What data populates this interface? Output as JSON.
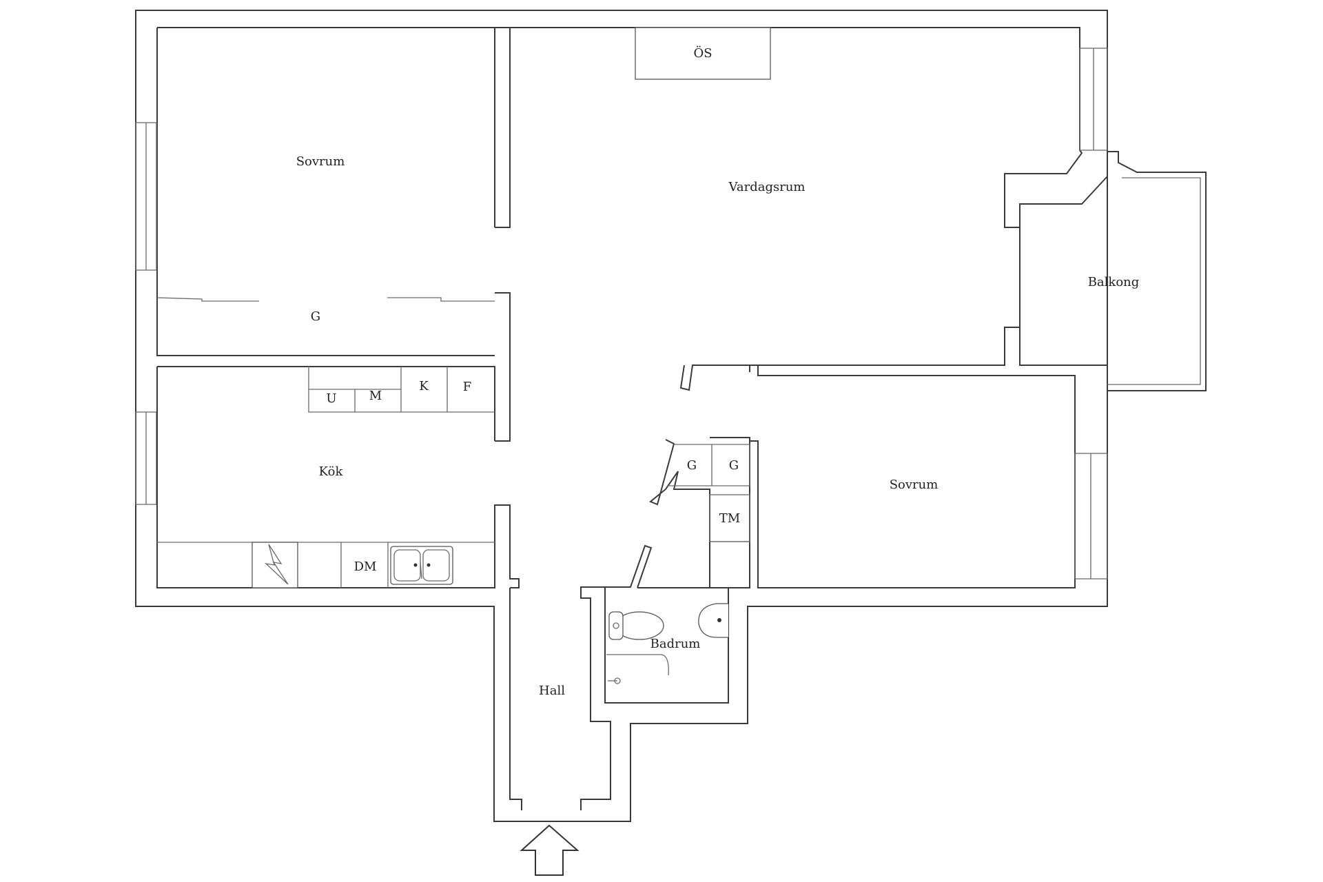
{
  "rooms": {
    "sovrum_1": "Sovrum",
    "vardagsrum": "Vardagsrum",
    "balkong": "Balkong",
    "kok": "Kök",
    "sovrum_2": "Sovrum",
    "badrum": "Badrum",
    "hall": "Hall"
  },
  "fixtures": {
    "os": "ÖS",
    "g_wardrobe": "G",
    "u": "U",
    "m": "M",
    "k": "K",
    "f": "F",
    "dm": "DM",
    "g_hall_1": "G",
    "g_hall_2": "G",
    "tm": "TM"
  },
  "colors": {
    "wall": "#3a3a3a",
    "background": "#ffffff"
  }
}
